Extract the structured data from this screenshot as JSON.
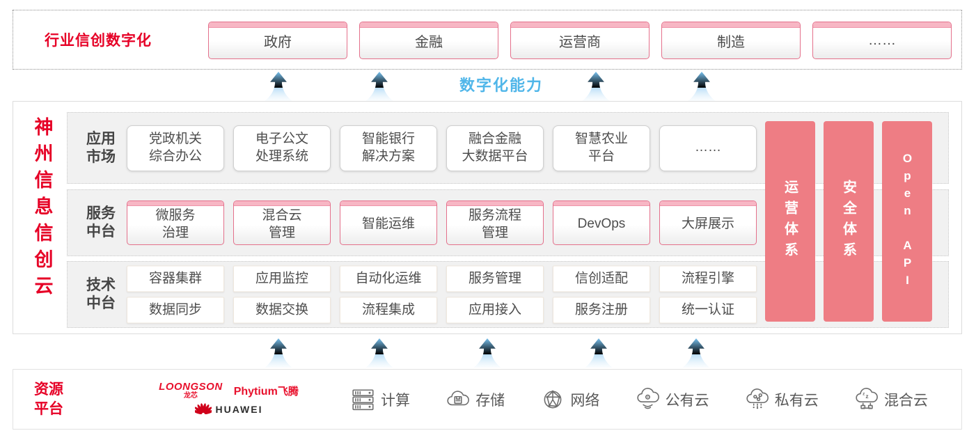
{
  "top_banner": {
    "label": "行业信创数字化",
    "industries": [
      {
        "label": "政府"
      },
      {
        "label": "金融"
      },
      {
        "label": "运营商"
      },
      {
        "label": "制造"
      },
      {
        "label": "……"
      }
    ]
  },
  "capability": {
    "label": "数字化能力"
  },
  "platform": {
    "title": "神州信息信创云",
    "tiers": [
      {
        "label": "应用\n市场",
        "cards": [
          "党政机关\n综合办公",
          "电子公文\n处理系统",
          "智能银行\n解决方案",
          "融合金融\n大数据平台",
          "智慧农业\n平台",
          "……"
        ]
      },
      {
        "label": "服务\n中台",
        "cards": [
          "微服务\n治理",
          "混合云\n管理",
          "智能运维",
          "服务流程\n管理",
          "DevOps",
          "大屏展示"
        ]
      },
      {
        "label": "技术\n中台",
        "cards_top": [
          "容器集群",
          "应用监控",
          "自动化运维",
          "服务管理",
          "信创适配",
          "流程引擎"
        ],
        "cards_bottom": [
          "数据同步",
          "数据交换",
          "流程集成",
          "应用接入",
          "服务注册",
          "统一认证"
        ]
      }
    ],
    "pillars": [
      "运营体系",
      "安全体系",
      "Open API"
    ]
  },
  "resource_platform": {
    "label": "资源\n平台",
    "vendors": {
      "loongson_en": "LOONGSON",
      "loongson_cn": "龙芯",
      "phytium_en": "Phytium",
      "phytium_cn": "飞腾",
      "huawei": "HUAWEI"
    },
    "resources": [
      {
        "icon": "server-icon",
        "label": "计算"
      },
      {
        "icon": "storage-cloud-icon",
        "label": "存储"
      },
      {
        "icon": "network-globe-icon",
        "label": "网络"
      },
      {
        "icon": "public-cloud-icon",
        "label": "公有云"
      },
      {
        "icon": "private-cloud-icon",
        "label": "私有云"
      },
      {
        "icon": "hybrid-cloud-icon",
        "label": "混合云"
      }
    ]
  },
  "colors": {
    "brand_red": "#e60026",
    "pillar_pink": "#ee7d84",
    "pill_border": "#e4708b",
    "pill_strip": "#f7b6c4",
    "capability_blue": "#50b6e9",
    "panel_gray": "#f1f1f1"
  }
}
